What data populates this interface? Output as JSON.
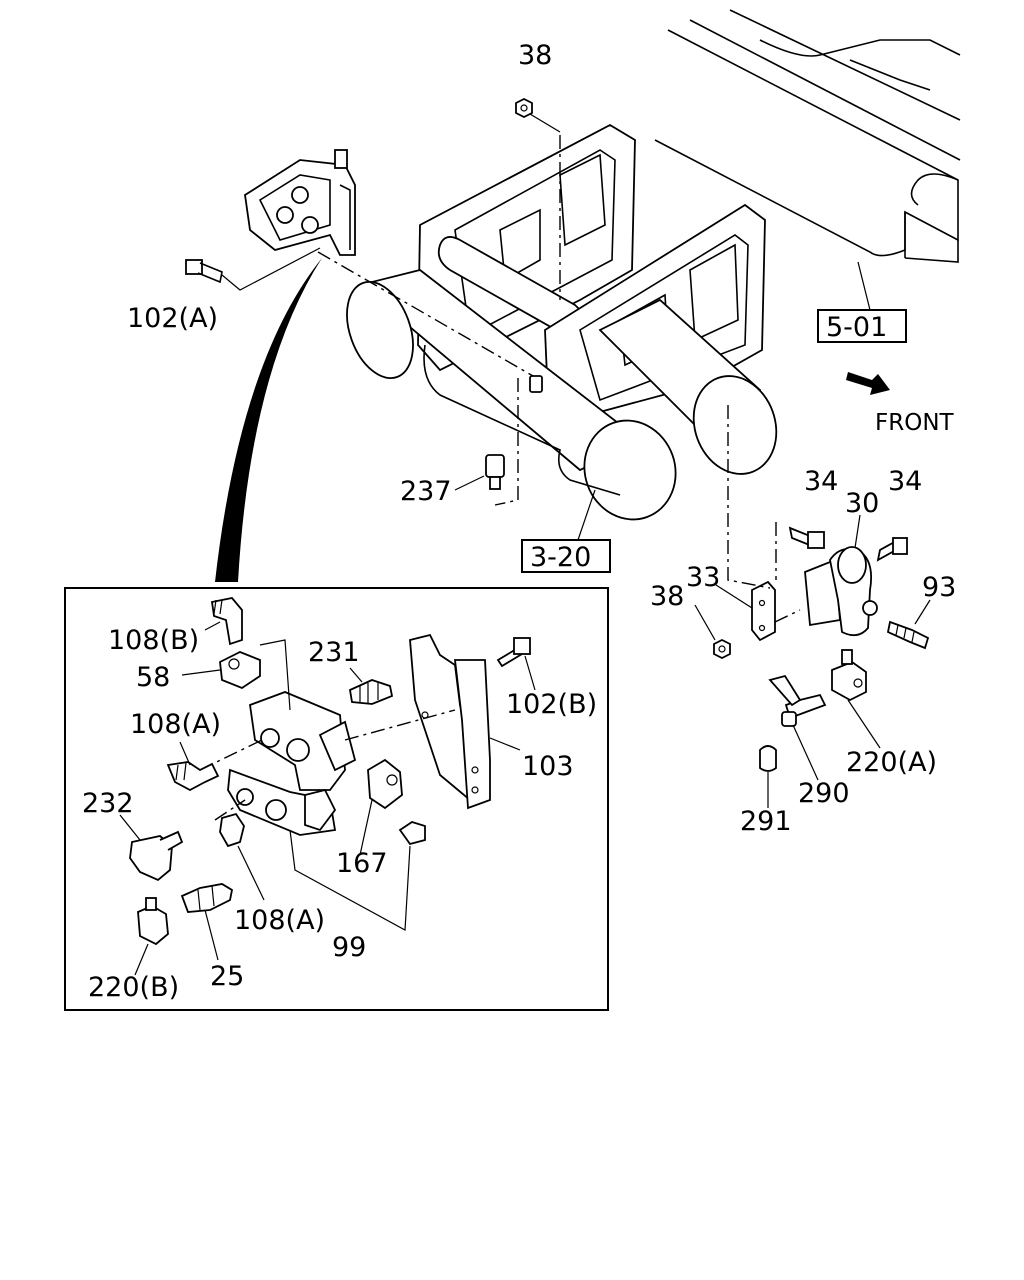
{
  "labels": {
    "l38_top": "38",
    "l102a_top": "102(A)",
    "l501": "5-01",
    "lfront": "FRONT",
    "l237": "237",
    "l320": "3-20",
    "l34_left": "34",
    "l30": "30",
    "l34_right": "34",
    "l93": "93",
    "l33": "33",
    "l38_right": "38",
    "l220a": "220(A)",
    "l290": "290",
    "l291": "291",
    "l108b": "108(B)",
    "l58": "58",
    "l231": "231",
    "l102b": "102(B)",
    "l108a_1": "108(A)",
    "l103": "103",
    "l232": "232",
    "l167": "167",
    "l108a_2": "108(A)",
    "l99": "99",
    "l220b": "220(B)",
    "l25": "25"
  }
}
